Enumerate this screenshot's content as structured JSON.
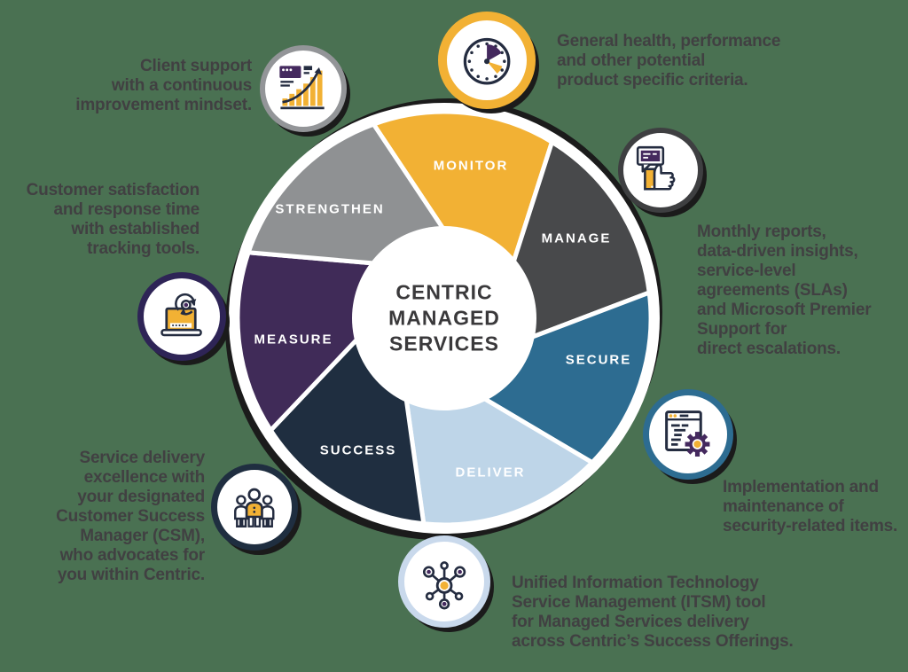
{
  "background_color": "#4A7152",
  "palette": {
    "yellow": "#F2B134",
    "purple": "#44295E",
    "ink": "#242C40",
    "text_dark": "#414042",
    "white": "#FFFFFF",
    "shadow": "#1B1B1B"
  },
  "wheel": {
    "center_title": "CENTRIC\nMANAGED\nSERVICES",
    "segments": [
      {
        "label": "MONITOR",
        "color": "#F2B134",
        "label_color": "#FFFFFF"
      },
      {
        "label": "MANAGE",
        "color": "#48494B",
        "label_color": "#FFFFFF"
      },
      {
        "label": "SECURE",
        "color": "#2D6C91",
        "label_color": "#FFFFFF"
      },
      {
        "label": "DELIVER",
        "color": "#BED5E8",
        "label_color": "#FFFFFF"
      },
      {
        "label": "SUCCESS",
        "color": "#1F2E40",
        "label_color": "#FFFFFF"
      },
      {
        "label": "MEASURE",
        "color": "#402B58",
        "label_color": "#FFFFFF"
      },
      {
        "label": "STRENGTHEN",
        "color": "#8F9193",
        "label_color": "#FFFFFF"
      }
    ]
  },
  "callouts": [
    {
      "id": "monitor",
      "icon": "clock-gauge",
      "ring_color": "#F2B134",
      "text": "General health, performance\nand other potential\nproduct specific criteria."
    },
    {
      "id": "manage",
      "icon": "thumbs-up",
      "ring_color": "#3E3F41",
      "text": "Monthly reports,\ndata-driven insights,\nservice-level\nagreements (SLAs)\nand Microsoft Premier\nSupport for\ndirect escalations."
    },
    {
      "id": "secure",
      "icon": "window-gear",
      "ring_color": "#2D6C91",
      "text": "Implementation and\nmaintenance of\nsecurity-related items."
    },
    {
      "id": "deliver",
      "icon": "network-nodes",
      "ring_color": "#C9D9EC",
      "text": "Unified Information Technology\nService Management (ITSM) tool\nfor Managed Services delivery\nacross Centric’s Success Offerings."
    },
    {
      "id": "success",
      "icon": "people-group",
      "ring_color": "#1F2E40",
      "text": "Service delivery\nexcellence with\nyour designated\nCustomer Success\nManager (CSM),\nwho advocates for\nyou within Centric."
    },
    {
      "id": "measure",
      "icon": "laptop-sync",
      "ring_color": "#2E2456",
      "text": "Customer satisfaction\nand response time\nwith established\ntracking tools."
    },
    {
      "id": "strengthen",
      "icon": "bar-chart",
      "ring_color": "#939598",
      "text": "Client support\nwith a continuous\nimprovement mindset."
    }
  ]
}
